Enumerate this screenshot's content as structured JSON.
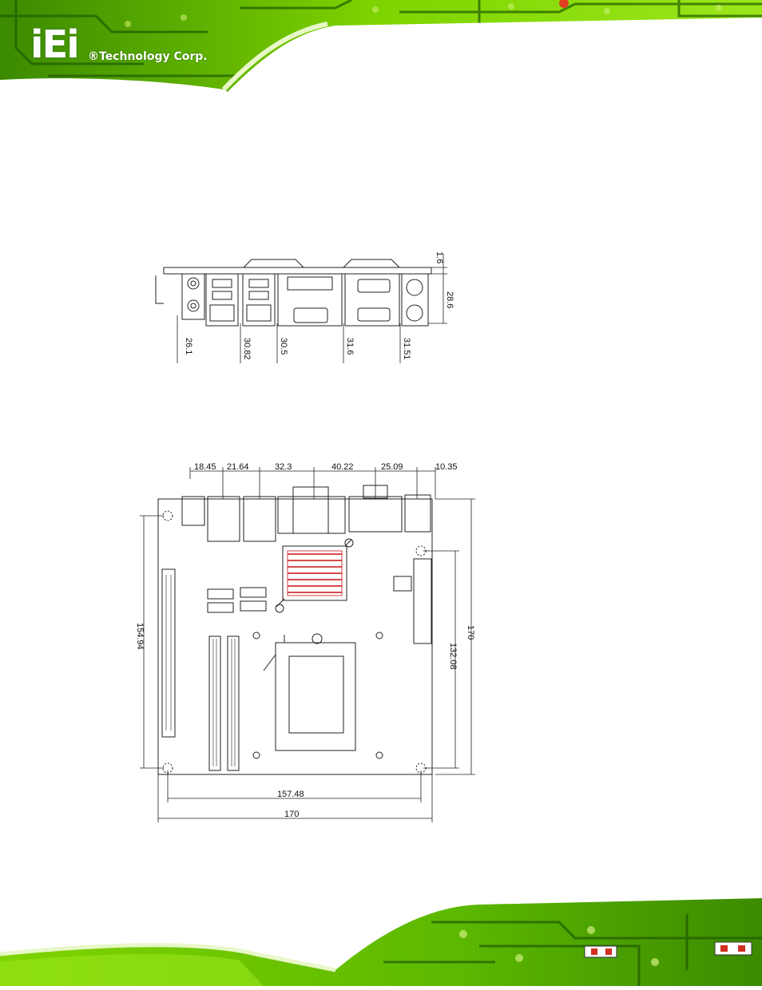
{
  "header": {
    "logo": "iEi",
    "brand": "®Technology Corp."
  },
  "front_view": {
    "dims_bottom": [
      "26.1",
      "30.82",
      "30.5",
      "31.6",
      "31.51"
    ],
    "dims_right": [
      "1.6",
      "28.6"
    ]
  },
  "top_view": {
    "dims_top": [
      "18.45",
      "21.64",
      "32.3",
      "40.22",
      "25.09",
      "10.35"
    ],
    "dim_left": "154.94",
    "dim_right_inner": "132.08",
    "dim_right_outer": "170",
    "dim_bottom_inner": "157.48",
    "dim_bottom_outer": "170"
  },
  "colors": {
    "pcb_green": "#7fd400",
    "pcb_dark": "#2f6b00"
  }
}
